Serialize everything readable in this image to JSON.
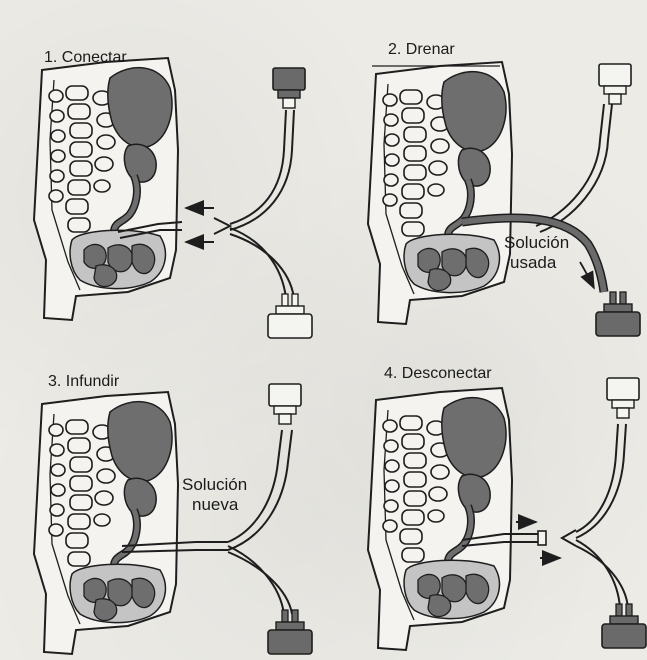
{
  "panels": [
    {
      "id": "p1",
      "title": "1. Conectar",
      "annotation_line1": "",
      "annotation_line2": ""
    },
    {
      "id": "p2",
      "title": "2. Drenar",
      "annotation_line1": "Solución",
      "annotation_line2": "usada"
    },
    {
      "id": "p3",
      "title": "3. Infundir",
      "annotation_line1": "Solución",
      "annotation_line2": "nueva"
    },
    {
      "id": "p4",
      "title": "4. Desconectar",
      "annotation_line1": "",
      "annotation_line2": ""
    }
  ],
  "colors": {
    "organ_fill": "#6e6e6e",
    "abdomen_fill": "#c4c4c4",
    "bag_dark": "#6a6a6a",
    "bag_light": "#f4f4f0",
    "line": "#1e1e1e",
    "background": "#ecebe6"
  }
}
